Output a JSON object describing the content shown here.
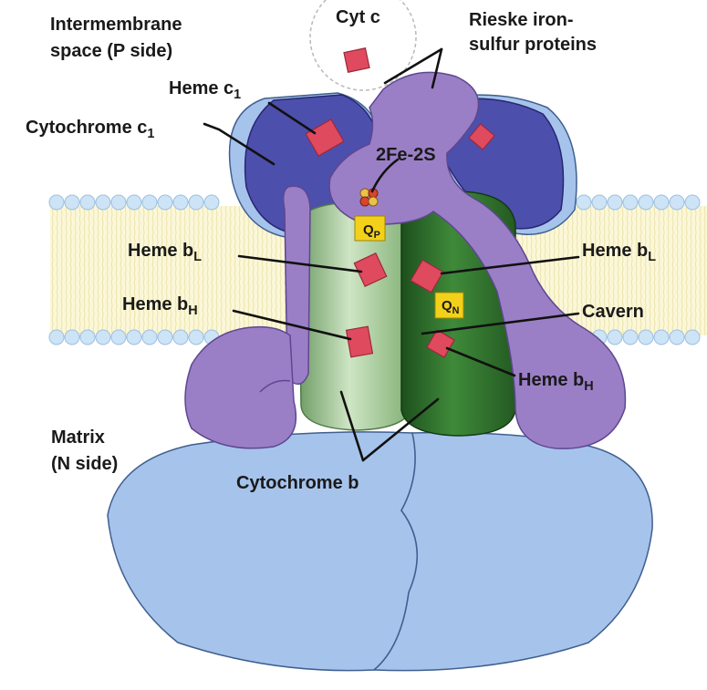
{
  "labels": {
    "intermembrane_l1": "Intermembrane",
    "intermembrane_l2": "space (P side)",
    "cyt_c": "Cyt c",
    "rieske_l1": "Rieske iron-",
    "rieske_l2": "sulfur proteins",
    "heme_c1": "Heme c",
    "cytochrome_c1": "Cytochrome c",
    "fe2s2": "2Fe-2S",
    "qp": "Q",
    "qn": "Q",
    "heme_bl": "Heme b",
    "heme_bh": "Heme b",
    "cavern": "Cavern",
    "matrix_l1": "Matrix",
    "matrix_l2": "(N side)",
    "cytochrome_b": "Cytochrome b"
  },
  "subscripts": {
    "c1": "1",
    "p": "P",
    "n": "N",
    "l": "L",
    "h": "H"
  },
  "colors": {
    "rieske_purple": "#9b7fc6",
    "cytochrome_c1_blue": "#4d4fad",
    "matrix_blue": "#a6c3ec",
    "cytochrome_b_light": "#9dc690",
    "cytochrome_b_dark": "#2a6a28",
    "heme_red": "#df4a5e",
    "quinone_yellow": "#f3d11b",
    "membrane_bead": "#cde4f6",
    "membrane_band": "#fbf7d8"
  }
}
